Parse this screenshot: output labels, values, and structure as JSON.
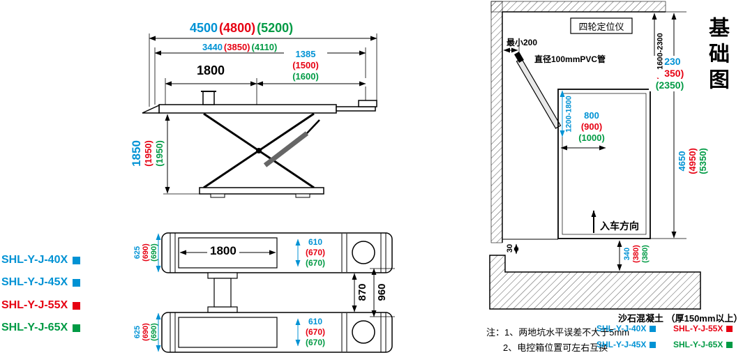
{
  "colors": {
    "blue": "#0092d4",
    "red": "#e60012",
    "green": "#009a44",
    "ink": "#000000"
  },
  "side_view": {
    "dim_overall": {
      "a": "4500",
      "b": "(4800)",
      "c": "(5200)"
    },
    "dim_frame": {
      "a": "3440",
      "b": "(3850)",
      "c": "(4110)"
    },
    "dim_offset": {
      "a": "1385",
      "b": "(1500)",
      "c": "(1600)"
    },
    "dim_platform": "1800",
    "dim_height": {
      "a": "1850",
      "b": "(1950)",
      "c": "(1950)"
    }
  },
  "top_view": {
    "dim_platform": "1800",
    "dim_outer_top": {
      "a": "625",
      "b": "(690)",
      "c": "(690)"
    },
    "dim_outer_bottom": {
      "a": "625",
      "b": "(690)",
      "c": "(690)"
    },
    "dim_inner_top": {
      "a": "610",
      "b": "(670)",
      "c": "(670)"
    },
    "dim_inner_bottom": {
      "a": "610",
      "b": "(670)",
      "c": "(670)"
    },
    "dim_gap": "870",
    "dim_span": "960"
  },
  "models": [
    {
      "label": "SHL-Y-J-40X",
      "color": "#0092d4"
    },
    {
      "label": "SHL-Y-J-45X",
      "color": "#0092d4"
    },
    {
      "label": "SHL-Y-J-55X",
      "color": "#e60012"
    },
    {
      "label": "SHL-Y-J-65X",
      "color": "#009a44"
    }
  ],
  "foundation": {
    "title": "基础图",
    "aligner": "四轮定位仪",
    "min_clearance": "最小200",
    "pvc_pipe": "直径100mmPVC管",
    "dim_width": {
      "a": "2230",
      "b": "(2350)",
      "c": "(2350)"
    },
    "dim_wall_range": "1600-2300",
    "dim_pipe_depth": "1200-1800",
    "dim_pipe_width": {
      "a": "800",
      "b": "(900)",
      "c": "(1000)"
    },
    "dim_length": {
      "a": "4650",
      "b": "(4950)",
      "c": "(5350)"
    },
    "drive_in": "入车方向",
    "dim_edge": "30",
    "dim_slab": {
      "a": "340",
      "b": "(380)",
      "c": "(380)"
    },
    "concrete": "沙石混凝土 （厚150mm以上）"
  },
  "notes": {
    "line1": "注：1、两地坑水平误差不大于5mm",
    "line2": "2、电控箱位置可左右互换"
  },
  "legend": [
    {
      "label": "SHL-Y-J-40X",
      "color": "#0092d4"
    },
    {
      "label": "SHL-Y-J-55X",
      "color": "#e60012"
    },
    {
      "label": "SHL-Y-J-45X",
      "color": "#0092d4"
    },
    {
      "label": "SHL-Y-J-65X",
      "color": "#009a44"
    }
  ]
}
